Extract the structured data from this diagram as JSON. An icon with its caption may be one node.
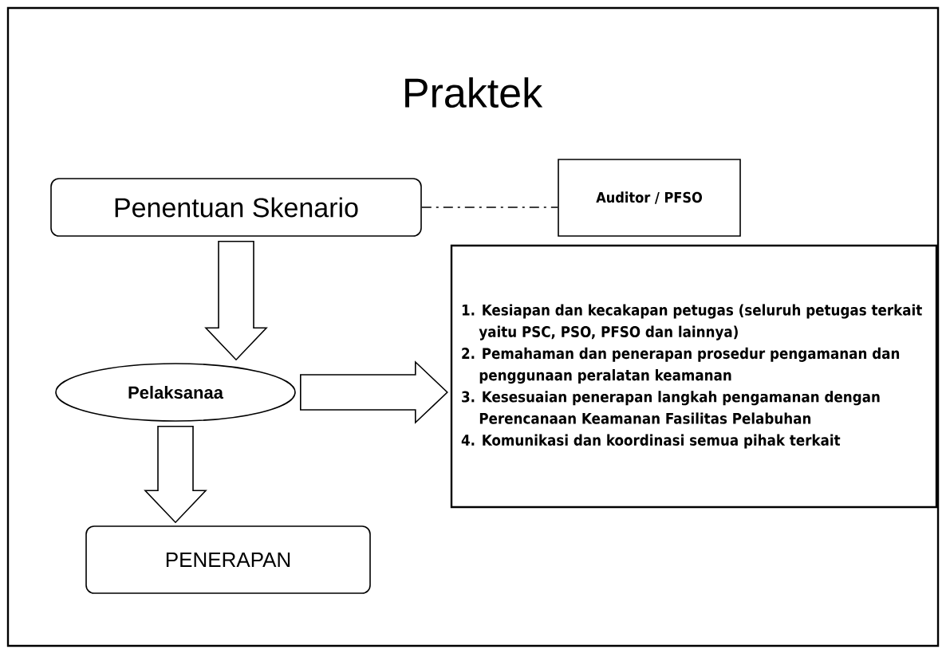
{
  "diagram": {
    "title": "Praktek",
    "nodes": [
      {
        "text": [
          "Penentuan Skenario"
        ]
      },
      {
        "text": [
          "Auditor / PFSO"
        ]
      },
      {
        "text": [
          "Pelaksanaa"
        ]
      },
      {
        "text": [
          "1. Kesiapan dan kecakapan petugas (seluruh petugas terkait yaitu PSC, PSO, PFSO dan lainnya)",
          "2. Pemahaman dan penerapan prosedur pengamanan dan penggunaan peralatan keamanan",
          "3. Kesesuaian penerapan langkah pengamanan dengan Perencanaan Keamanan Fasilitas Pelabuhan",
          "4. Komunikasi dan koordinasi semua pihak terkait"
        ]
      },
      {
        "text": [
          "PENERAPAN"
        ]
      }
    ],
    "edges": [
      {
        "from": 0,
        "to": 1,
        "arrow": "none",
        "style": "dashed"
      },
      {
        "from": 0,
        "to": 2,
        "arrow": "to"
      },
      {
        "from": 2,
        "to": 3,
        "arrow": "to"
      },
      {
        "from": 2,
        "to": 4,
        "arrow": "to"
      }
    ]
  }
}
